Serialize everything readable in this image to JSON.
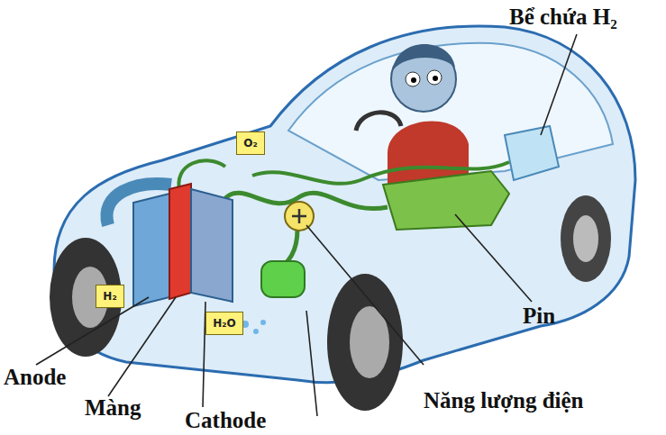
{
  "diagram": {
    "nodes": [
      {
        "text": [
          "O₂"
        ]
      },
      {
        "text": [
          "H₂"
        ]
      },
      {
        "text": [
          "H₂O"
        ]
      }
    ],
    "labels": [
      "Bể chứa H₂",
      "Pin",
      "Anode",
      "Màng",
      "Cathode",
      "Năng lượng điện"
    ]
  }
}
